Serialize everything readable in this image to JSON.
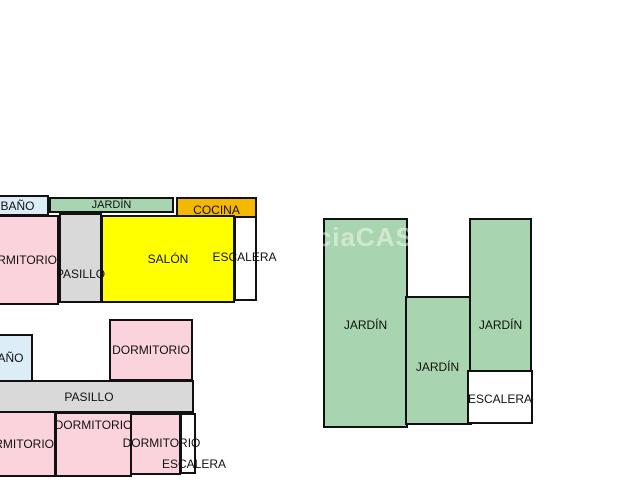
{
  "left_plan": {
    "top_floor": {
      "bano": "BAÑO",
      "jardin": "JARDÍN",
      "cocina": "COCINA",
      "dormitorio": "DORMITORIO",
      "pasillo": "PASILLO",
      "salon": "SALÓN",
      "escalera": "ESCALERA"
    },
    "bottom_floor": {
      "bano": "BAÑO",
      "dormitorio_top": "DORMITORIO",
      "pasillo": "PASILLO",
      "dormitorio_1": "DORMITORIO",
      "dormitorio_2": "DORMITORIO",
      "dormitorio_3": "DORMITORIO",
      "escalera": "ESCALERA"
    }
  },
  "right_plan": {
    "jardin_left": "JARDÍN",
    "jardin_middle": "JARDÍN",
    "jardin_right": "JARDÍN",
    "escalera": "ESCALERA"
  },
  "watermark": "galiciaCASA"
}
